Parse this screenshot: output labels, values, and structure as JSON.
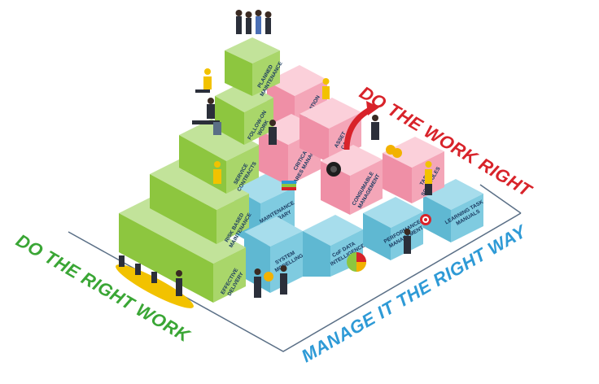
{
  "colors": {
    "green": "#8dc63f",
    "pink": "#f4a6b8",
    "blue": "#7fcbe0",
    "red_text": "#d8232a",
    "green_text": "#3aa635",
    "blue_text": "#2e9ad6",
    "label_text": "#1a3a60"
  },
  "axes": {
    "left": "DO THE RIGHT WORK",
    "right_top": "DO THE WORK RIGHT",
    "right_bottom": "MANAGE IT THE RIGHT WAY"
  },
  "green_tiers": [
    {
      "line1": "PLANNED",
      "line2": "MAINTENANCE"
    },
    {
      "line1": "FOLLOW-ON",
      "line2": "WORK"
    },
    {
      "line1": "SERVICE",
      "line2": "CONTRACTS"
    },
    {
      "line1": "RISK BASED",
      "line2": "MAINTENANCE"
    },
    {
      "line1": "EFFECTIVE",
      "line2": "DELIVERY"
    }
  ],
  "pink_blocks": [
    {
      "line1": "LUBRICATION",
      "line2": ""
    },
    {
      "line1": "CRITICAL",
      "line2": "SPARES MANAGEMENT"
    },
    {
      "line1": "ASSET",
      "line2": "CARE"
    },
    {
      "line1": "CONSUMABLE",
      "line2": "MANAGEMENT"
    },
    {
      "line1": "TASK",
      "line2": "SCHEDULES"
    }
  ],
  "blue_blocks": [
    {
      "line1": "MAINTENANCE",
      "line2": "LIBRARY"
    },
    {
      "line1": "SYSTEM",
      "line2": "MODELLING"
    },
    {
      "line1": "CoF DATA",
      "line2": "INTELLIGENCE"
    },
    {
      "line1": "PERFORMANCE",
      "line2": "MANAGEMENT"
    },
    {
      "line1": "LEARNING TASK",
      "line2": "MANUALS"
    }
  ]
}
